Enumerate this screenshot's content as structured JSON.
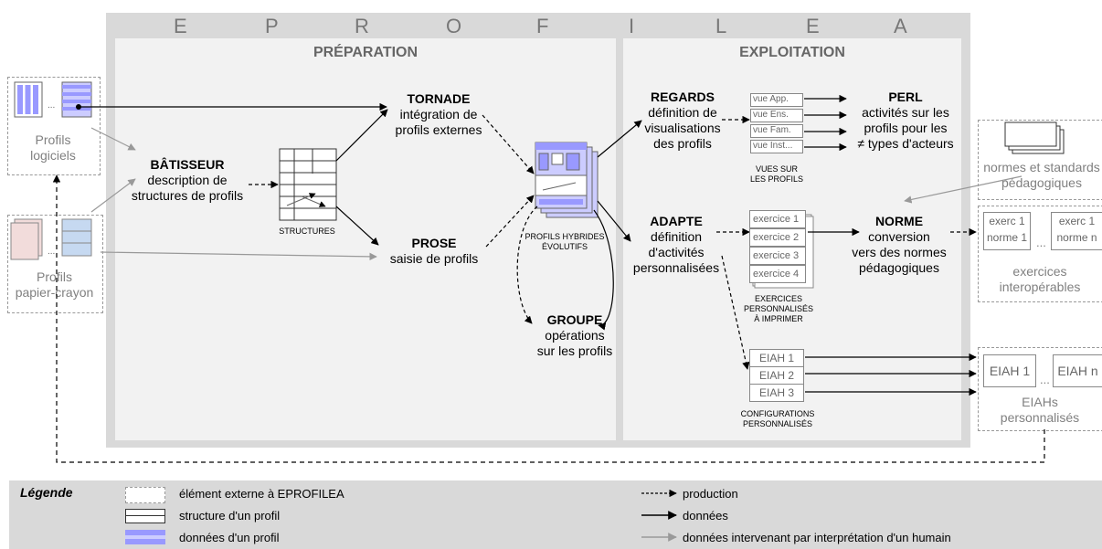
{
  "banner_letters": [
    "E",
    "P",
    "R",
    "O",
    "F",
    "I",
    "L",
    "E",
    "A"
  ],
  "panels": {
    "preparation": "PRÉPARATION",
    "exploitation": "EXPLOITATION"
  },
  "external": {
    "profils_logiciels": [
      "Profils",
      "logiciels"
    ],
    "profils_papier": [
      "Profils",
      "papier-crayon"
    ],
    "normes": [
      "normes et standards",
      "pédagogiques"
    ],
    "exercices_interop": [
      "exercices",
      "interopérables"
    ],
    "eiahs": [
      "EIAHs",
      "personnalisés"
    ],
    "exerc": [
      [
        "exerc 1",
        "norme 1"
      ],
      [
        "exerc 1",
        "norme n"
      ]
    ],
    "eiah_boxes": [
      "EIAH 1",
      "EIAH n"
    ],
    "ellipsis": "..."
  },
  "modules": {
    "batisseur": {
      "name": "BÂTISSEUR",
      "desc": [
        "description de",
        "structures de profils"
      ]
    },
    "tornade": {
      "name": "TORNADE",
      "desc": [
        "intégration de",
        "profils externes"
      ]
    },
    "prose": {
      "name": "PROSE",
      "desc": [
        "saisie de profils"
      ]
    },
    "groupe": {
      "name": "GROUPE",
      "desc": [
        "opérations",
        "sur les profils"
      ]
    },
    "regards": {
      "name": "REGARDS",
      "desc": [
        "définition de",
        "visualisations",
        "des profils"
      ]
    },
    "adapte": {
      "name": "ADAPTE",
      "desc": [
        "définition",
        "d'activités",
        "personnalisées"
      ]
    },
    "perl": {
      "name": "PERL",
      "desc": [
        "activités sur les",
        "profils pour les",
        "≠ types d'acteurs"
      ]
    },
    "norme": {
      "name": "NORME",
      "desc": [
        "conversion",
        "vers des normes",
        "pédagogiques"
      ]
    }
  },
  "captions": {
    "structures": "STRUCTURES",
    "profils_hybrides": [
      "PROFILS HYBRIDES",
      "ÉVOLUTIFS"
    ],
    "vues": [
      "VUES SUR",
      "LES PROFILS"
    ],
    "exercices": [
      "EXERCICES",
      "PERSONNALISÉS",
      "À IMPRIMER"
    ],
    "configs": [
      "CONFIGURATIONS",
      "PERSONNALISÉS"
    ]
  },
  "vues": [
    "vue App.",
    "vue Ens.",
    "vue Fam.",
    "vue Inst..."
  ],
  "exercices": [
    "exercice 1",
    "exercice 2",
    "exercice 3",
    "exercice 4"
  ],
  "eiah": [
    "EIAH 1",
    "EIAH 2",
    "EIAH 3"
  ],
  "legend": {
    "title": "Légende",
    "items": [
      "élément externe à EPROFILEA",
      "structure d'un profil",
      "données d'un profil",
      "production",
      "données",
      "données intervenant par interprétation d'un humain"
    ]
  },
  "colors": {
    "panel_bg": "#d9d9d9",
    "panel_inner": "#f2f2f2",
    "purple": "#9999ff",
    "purple_light": "#ccccff",
    "pink": "#f2dcdb",
    "blue_light": "#c6d9f1"
  }
}
